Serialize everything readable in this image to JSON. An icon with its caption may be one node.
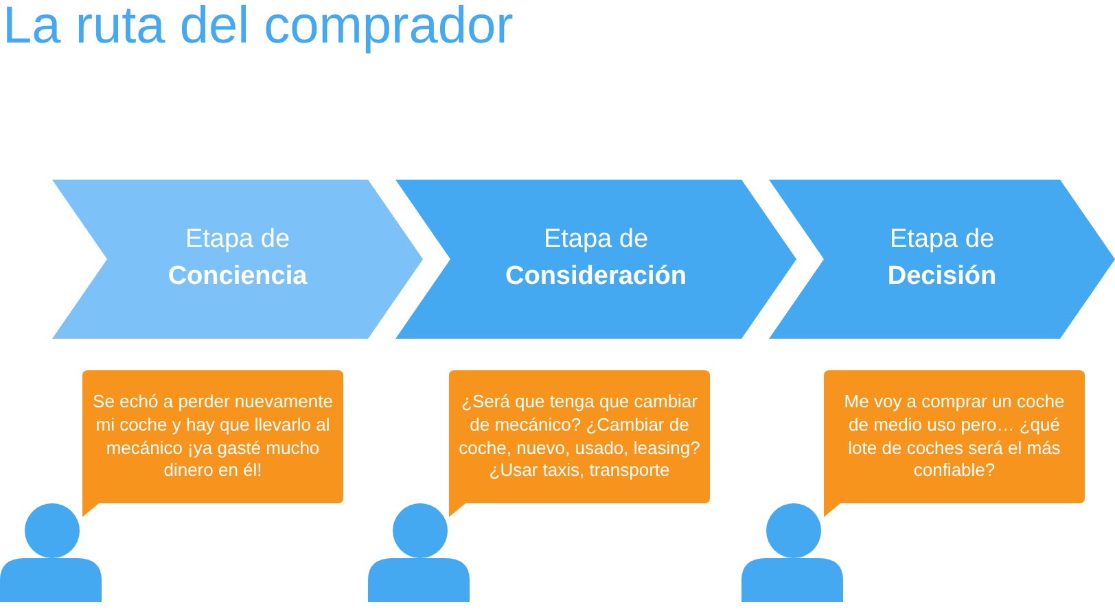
{
  "diagram": {
    "title": "La ruta del comprador",
    "nodes": [
      {
        "text": [
          "Etapa de **Conciencia**"
        ]
      },
      {
        "text": [
          "Etapa de **Consideración**"
        ]
      },
      {
        "text": [
          "Etapa de **Decisión**"
        ]
      },
      {
        "text": [
          "Se echó a perder nuevamente mi coche y hay que llevarlo al mecánico ¡ya gasté mucho dinero en él!"
        ]
      },
      {
        "text": [
          "¿Será que tenga que cambiar de mecánico? ¿Cambiar de coche, nuevo, usado, leasing? ¿Usar taxis, transporte"
        ]
      },
      {
        "text": [
          "Me voy a comprar un coche de medio uso pero… ¿qué lote de coches será el más confiable?"
        ]
      },
      {
        "text": [],
        "shape": "person"
      },
      {
        "text": [],
        "shape": "person"
      },
      {
        "text": [],
        "shape": "person"
      }
    ]
  }
}
